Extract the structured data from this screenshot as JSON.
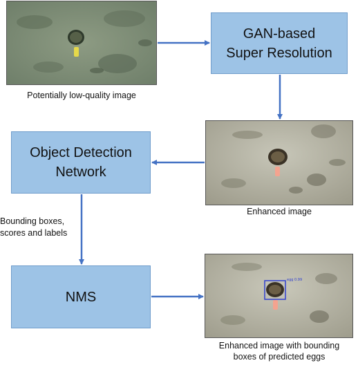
{
  "boxes": {
    "gan": "GAN-based\nSuper Resolution",
    "detector": "Object Detection\nNetwork",
    "nms": "NMS"
  },
  "captions": {
    "input_image": "Potentially low-quality image",
    "enhanced_image": "Enhanced image",
    "edge_label": "Bounding boxes,\nscores and labels",
    "final_image": "Enhanced image with bounding\nboxes of predicted eggs"
  },
  "detection_label": "egg 0.99",
  "colors": {
    "box_fill": "#9dc3e6",
    "box_border": "#6f9ccb",
    "arrow": "#4472c4",
    "bbox": "#2f3fd0"
  }
}
